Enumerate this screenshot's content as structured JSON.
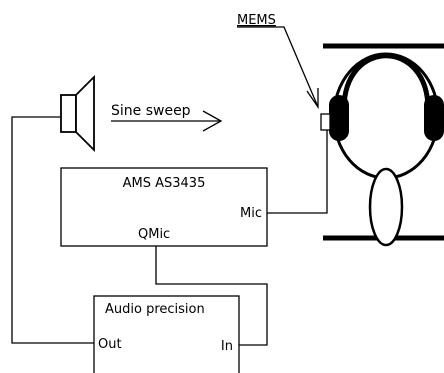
{
  "labels": {
    "mems": "MEMS",
    "sine_sweep": "Sine sweep",
    "ams_box_title": "AMS AS3435",
    "ams_mic_port": "Mic",
    "ams_qmic_port": "QMic",
    "ap_box_title": "Audio precision",
    "ap_out_port": "Out",
    "ap_in_port": "In"
  },
  "icons": {
    "speaker": "speaker-icon",
    "head": "head-with-headphones-icon",
    "microphone": "mems-microphone-icon"
  },
  "colors": {
    "stroke": "#000000",
    "fill": "#ffffff",
    "ear_cup": "#000000"
  }
}
